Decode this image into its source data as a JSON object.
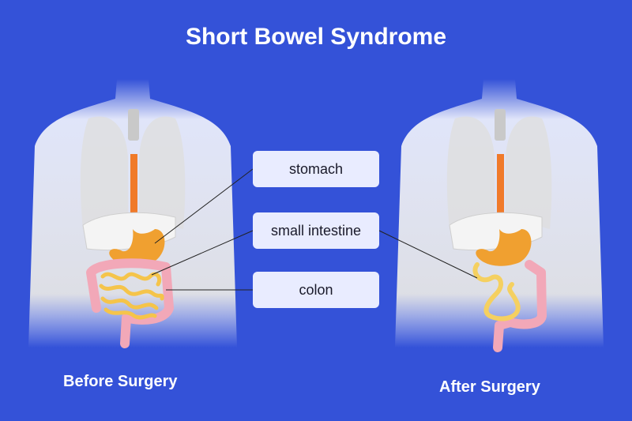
{
  "title": "Short Bowel Syndrome",
  "labels": {
    "stomach": "stomach",
    "small_intestine": "small intestine",
    "colon": "colon"
  },
  "captions": {
    "before": "Before Surgery",
    "after": "After Surgery"
  },
  "colors": {
    "background": "#3452d8",
    "label_box": "#e9ecff",
    "stomach": "#f0a030",
    "small_intestine": "#f5d060",
    "colon": "#f2a8b8",
    "esophagus": "#f07a2a"
  }
}
